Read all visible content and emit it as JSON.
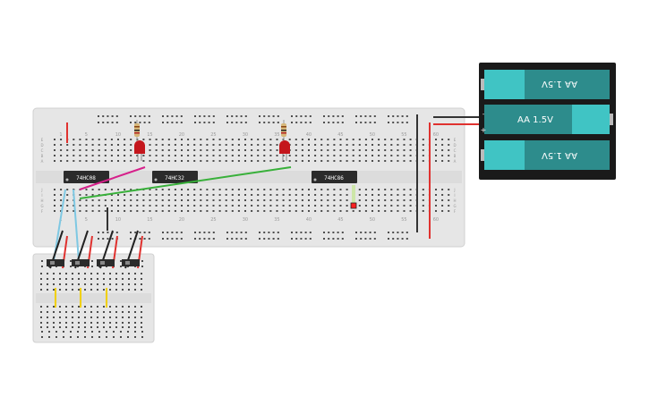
{
  "breadboard": {
    "row_letters_top": [
      "J",
      "I",
      "H",
      "G",
      "F"
    ],
    "row_letters_bottom": [
      "E",
      "D",
      "C",
      "B",
      "A"
    ],
    "column_numbers": [
      "1",
      "5",
      "10",
      "15",
      "20",
      "25",
      "30",
      "35",
      "40",
      "45",
      "50",
      "55",
      "60"
    ]
  },
  "chips": [
    {
      "id": "chip-1",
      "label": "74HC08"
    },
    {
      "id": "chip-2",
      "label": "74HC32"
    },
    {
      "id": "chip-3",
      "label": "74HC86"
    }
  ],
  "battery_pack": {
    "cells": [
      {
        "label": "AA 1.5V",
        "flipped": true
      },
      {
        "label": "AA 1.5V",
        "flipped": false
      },
      {
        "label": "AA 1.5V",
        "flipped": true
      }
    ],
    "plus_sign": "+",
    "minus_sign": "-"
  },
  "colors": {
    "board": "#e6e6e6",
    "board_edge": "#cfcfcf",
    "hole": "#4d4d4d",
    "rail_red": "#e0322f",
    "rail_black": "#333333",
    "chip": "#2b2b2b",
    "battery_body": "#1a1a1a",
    "cell": "#40c4c4",
    "cell_dark": "#2d8c8c",
    "wire_magenta": "#d6208a",
    "wire_green": "#38b03a",
    "wire_blue": "#7ec8e3",
    "wire_yellow": "#f0d000",
    "led": "#c4161c",
    "led_small": "#ff2020",
    "resistor": "#d6b77a"
  }
}
